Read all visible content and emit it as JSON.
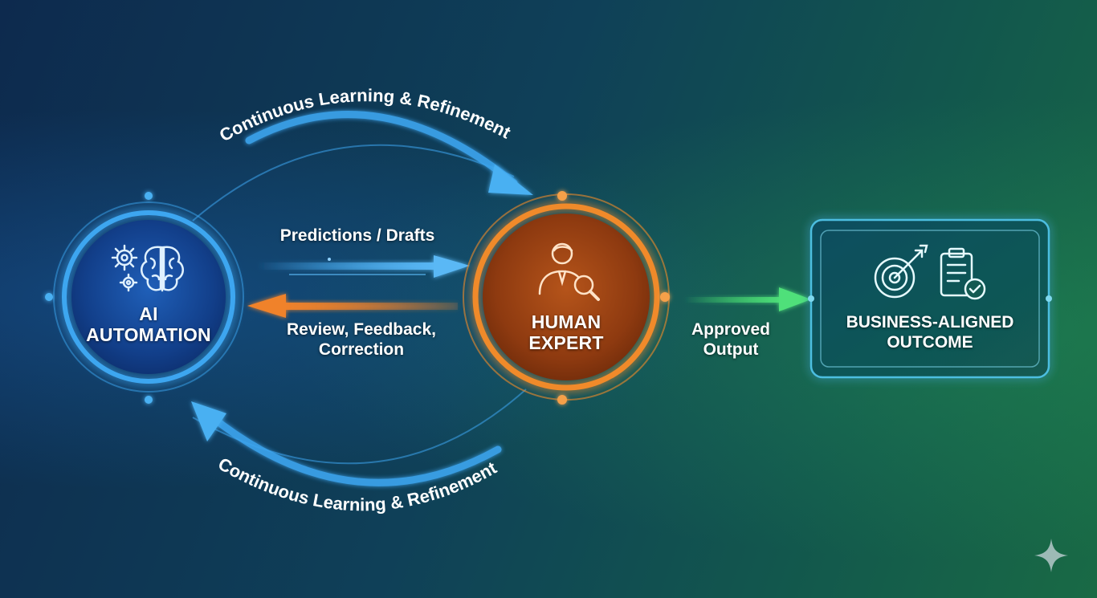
{
  "nodes": {
    "ai": {
      "title_line1": "AI",
      "title_line2": "AUTOMATION",
      "icons": [
        "gears-icon",
        "brain-icon"
      ],
      "color": "#1f7fe0"
    },
    "human": {
      "title_line1": "HUMAN",
      "title_line2": "EXPERT",
      "icons": [
        "person-magnifier-icon"
      ],
      "color": "#f07a1e"
    },
    "outcome": {
      "title_line1": "BUSINESS-ALIGNED",
      "title_line2": "OUTCOME",
      "icons": [
        "target-icon",
        "clipboard-check-icon"
      ],
      "color": "#4fc3e8"
    }
  },
  "flows": {
    "top_loop": "Continuous Learning & Refinement",
    "bottom_loop": "Continuous Learning & Refinement",
    "predictions": "Predictions / Drafts",
    "feedback_line1": "Review, Feedback,",
    "feedback_line2": "Correction",
    "approved_line1": "Approved",
    "approved_line2": "Output"
  },
  "colors": {
    "blue": "#3ea6f0",
    "orange": "#f08a2a",
    "green": "#3fd16a"
  }
}
